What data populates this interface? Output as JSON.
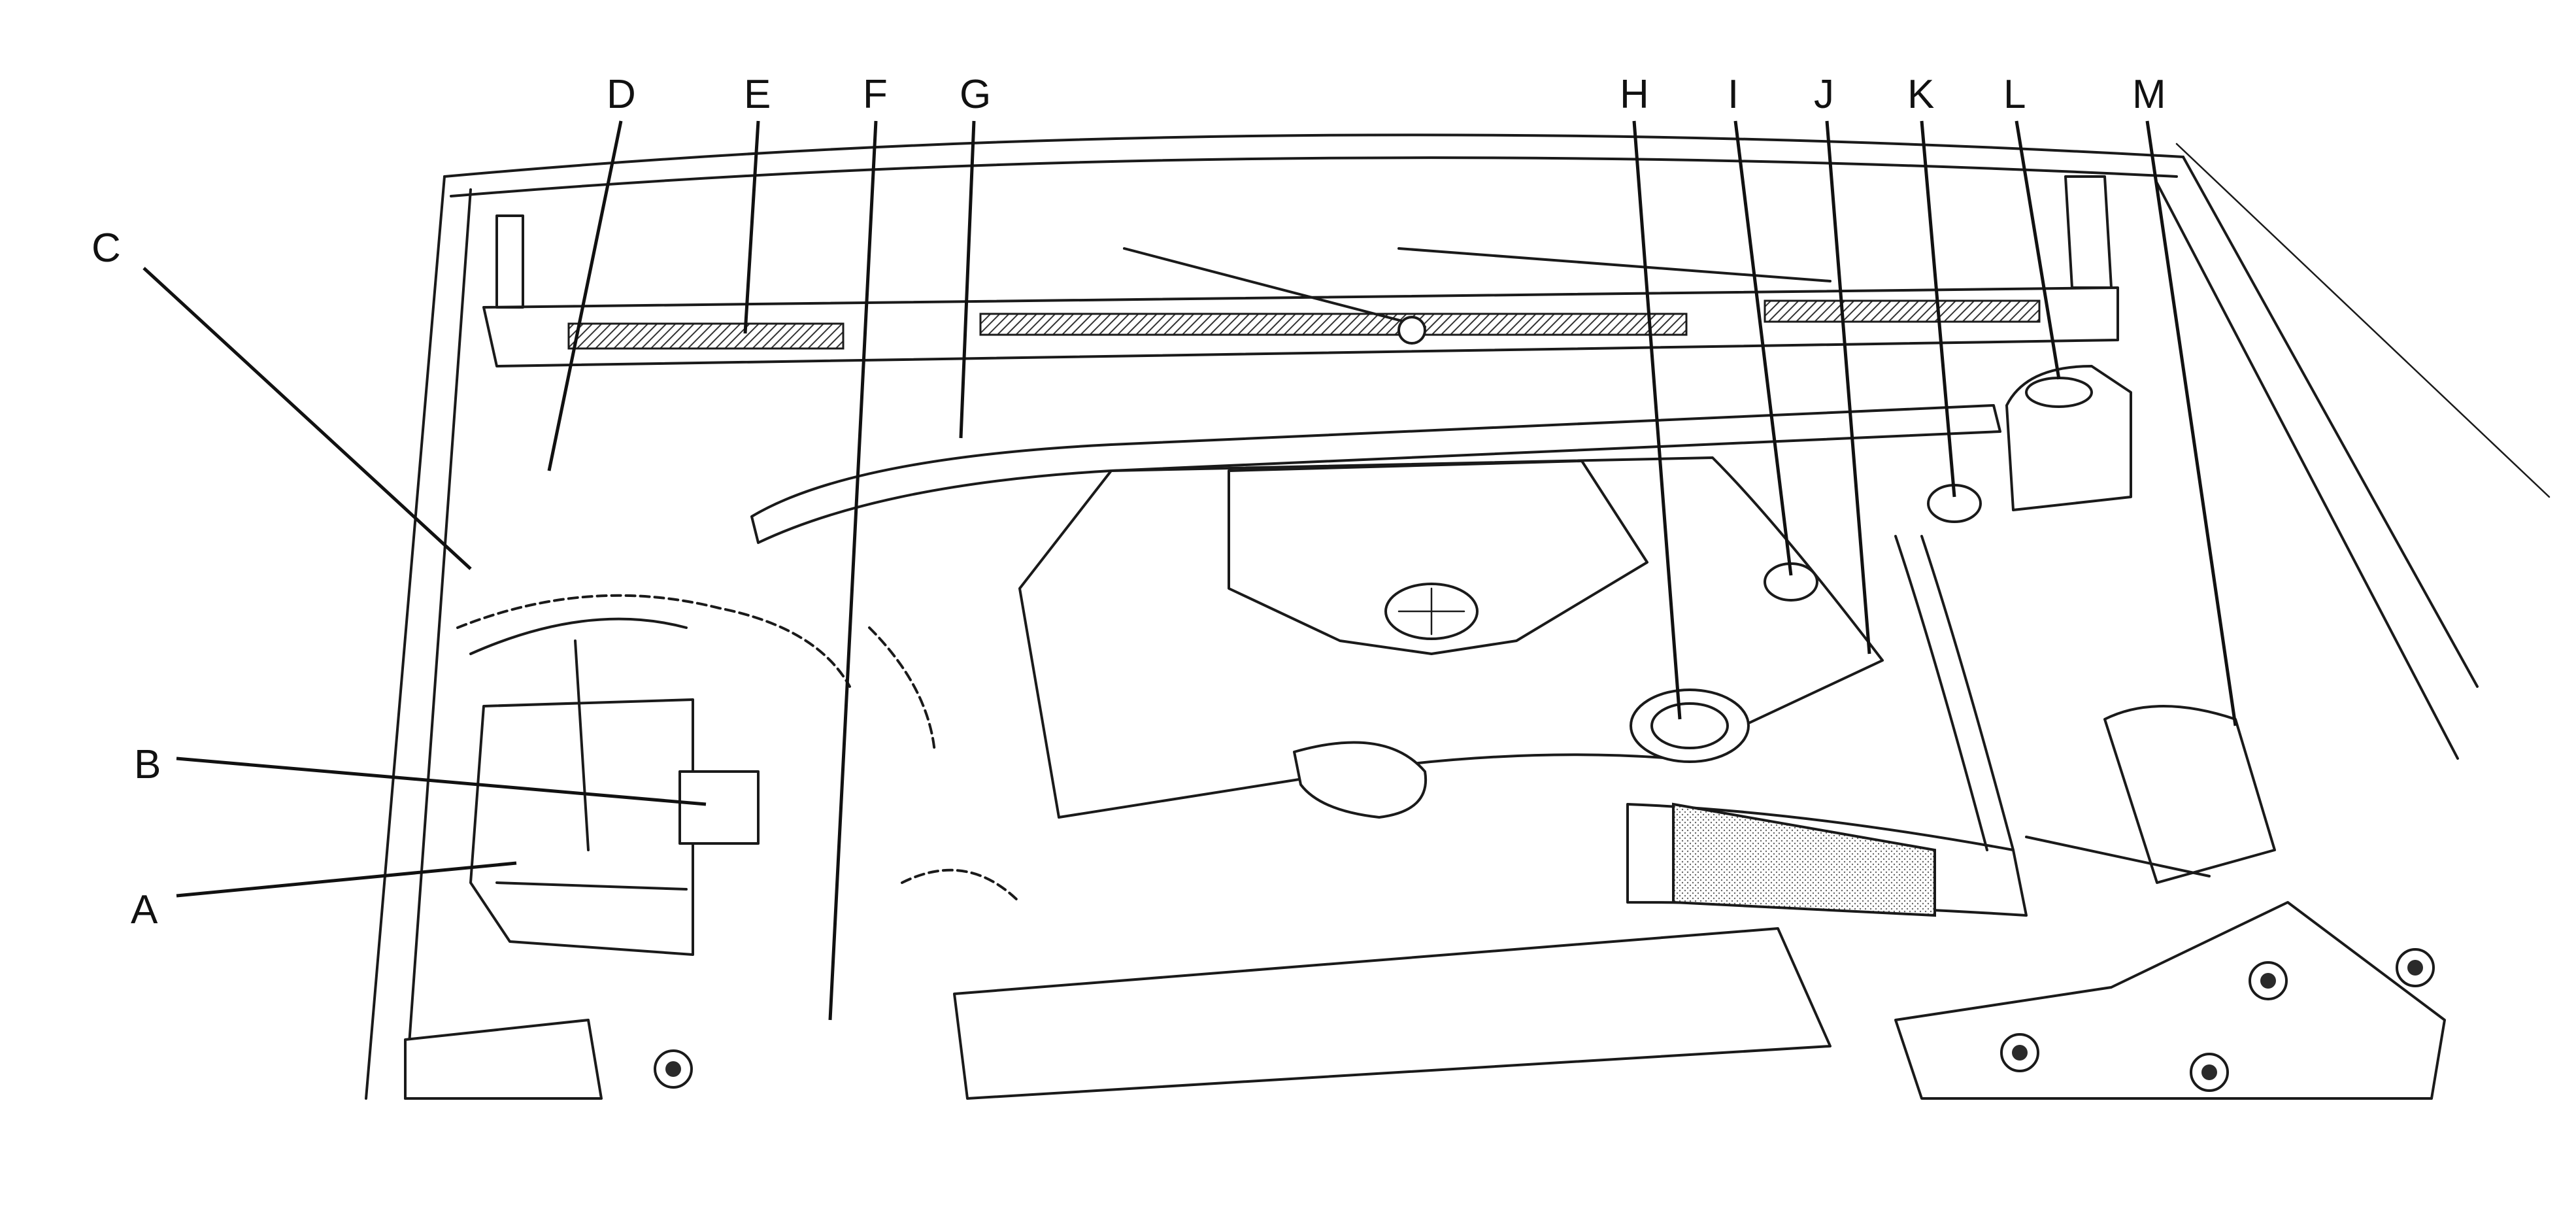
{
  "diagram": {
    "callouts": [
      {
        "id": "A",
        "text": "A"
      },
      {
        "id": "B",
        "text": "B"
      },
      {
        "id": "C",
        "text": "C"
      },
      {
        "id": "D",
        "text": "D"
      },
      {
        "id": "E",
        "text": "E"
      },
      {
        "id": "F",
        "text": "F"
      },
      {
        "id": "G",
        "text": "G"
      },
      {
        "id": "H",
        "text": "H"
      },
      {
        "id": "I",
        "text": "I"
      },
      {
        "id": "J",
        "text": "J"
      },
      {
        "id": "K",
        "text": "K"
      },
      {
        "id": "L",
        "text": "L"
      },
      {
        "id": "M",
        "text": "M"
      }
    ]
  }
}
